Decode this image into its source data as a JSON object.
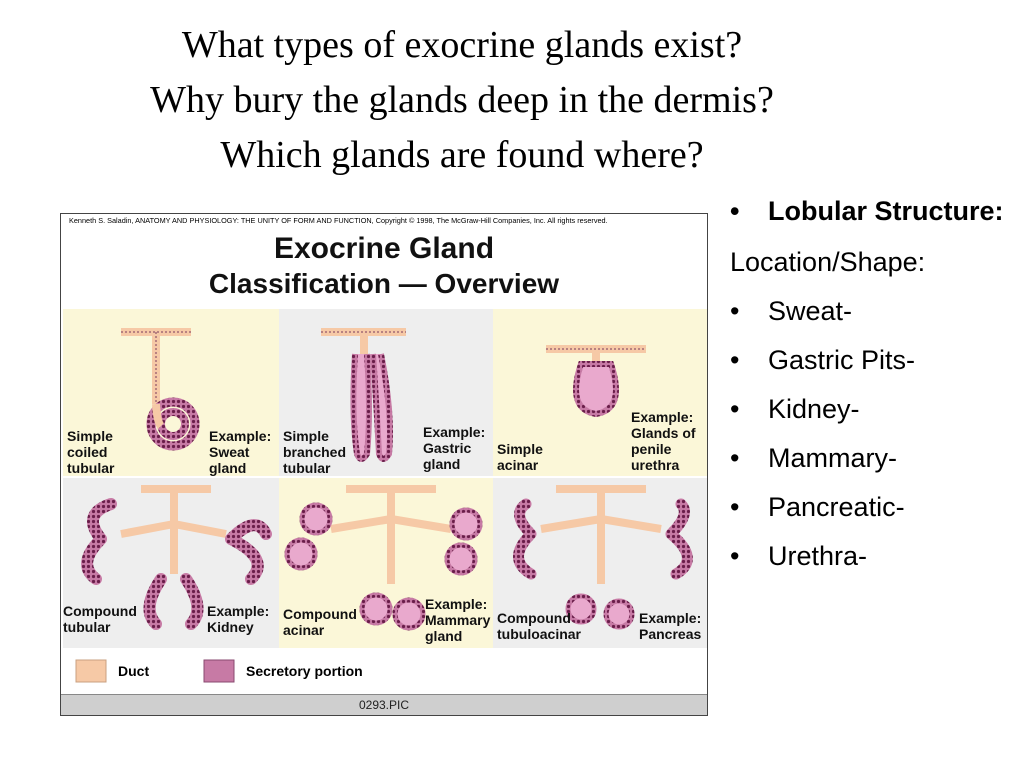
{
  "title": {
    "line1": "What types of exocrine glands exist?",
    "line2": "Why bury the glands deep in the dermis?",
    "line3": "Which glands are found where?"
  },
  "figure": {
    "credit": "Kenneth S. Saladin, ANATOMY AND PHYSIOLOGY: THE UNITY OF FORM AND FUNCTION, Copyright © 1998, The McGraw-Hill Companies, Inc.  All rights reserved.",
    "title_line1": "Exocrine Gland",
    "title_line2": "Classification — Overview",
    "panels": [
      {
        "type": [
          "Simple",
          "coiled",
          "tubular"
        ],
        "example": [
          "Example:",
          "Sweat",
          "gland"
        ]
      },
      {
        "type": [
          "Simple",
          "branched",
          "tubular"
        ],
        "example": [
          "Example:",
          "Gastric",
          "gland"
        ]
      },
      {
        "type": [
          "Simple",
          "acinar"
        ],
        "example": [
          "Example:",
          "Glands of",
          "penile",
          "urethra"
        ]
      },
      {
        "type": [
          "Compound",
          "tubular"
        ],
        "example": [
          "Example:",
          "Kidney"
        ]
      },
      {
        "type": [
          "Compound",
          "acinar"
        ],
        "example": [
          "Example:",
          "Mammary",
          "gland"
        ]
      },
      {
        "type": [
          "Compound",
          "tubuloacinar"
        ],
        "example": [
          "Example:",
          "Pancreas"
        ]
      }
    ],
    "legend": {
      "duct": "Duct",
      "secretory": "Secretory portion"
    },
    "footer": "0293.PIC",
    "colors": {
      "duct": "#f6c9a6",
      "secretory": "#c77aa5",
      "panel_bg": "#fbf7d8",
      "panel_bg_alt": "#eeeeee"
    }
  },
  "bullets": {
    "heading": "Lobular Structure:",
    "subheading": "Location/Shape:",
    "items": [
      "Sweat-",
      "Gastric Pits-",
      "Kidney-",
      "Mammary-",
      "Pancreatic-",
      "Urethra-"
    ]
  }
}
